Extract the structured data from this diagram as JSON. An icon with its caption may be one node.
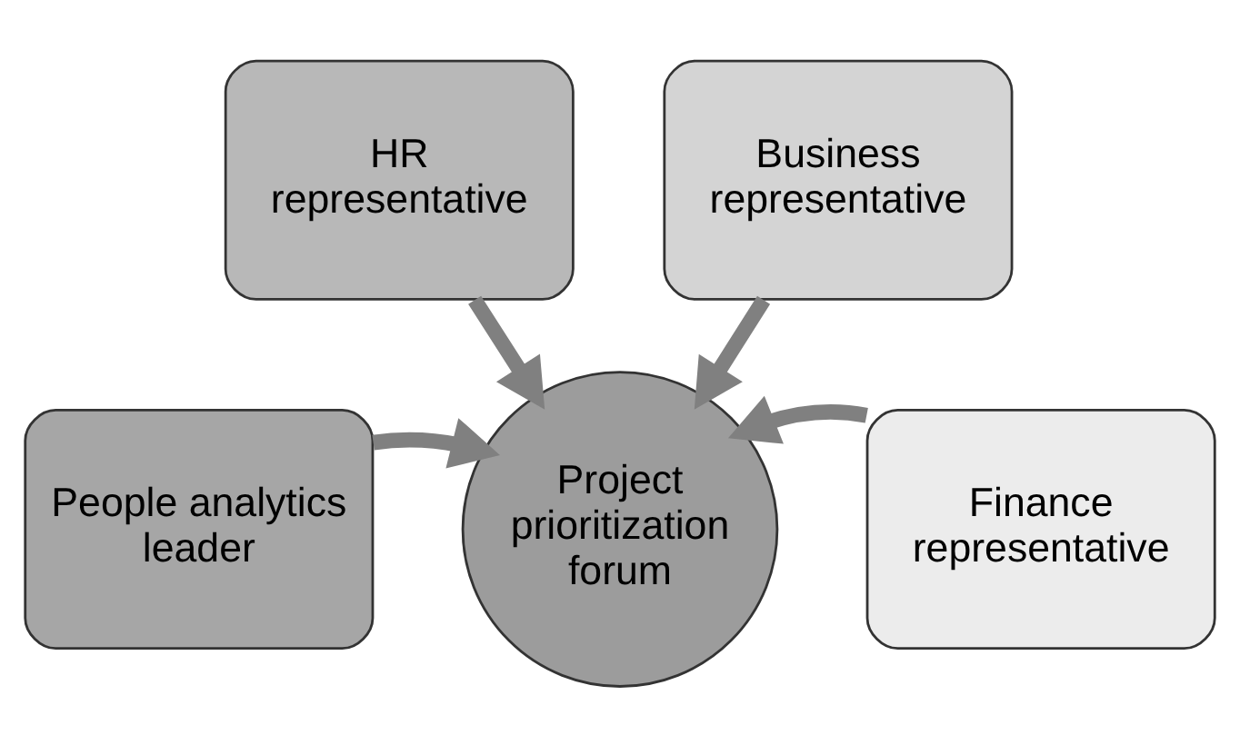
{
  "diagram": {
    "nodes": [
      {
        "text": [
          "People analytics leader"
        ]
      },
      {
        "text": [
          "HR representative"
        ]
      },
      {
        "text": [
          "Business representative"
        ]
      },
      {
        "text": [
          "Finance representative"
        ]
      },
      {
        "text": [
          "Project prioritization forum"
        ]
      }
    ],
    "edges": [
      {
        "from": 0,
        "to": 4,
        "arrow": "to"
      },
      {
        "from": 1,
        "to": 4,
        "arrow": "to"
      },
      {
        "from": 2,
        "to": 4,
        "arrow": "to"
      },
      {
        "from": 3,
        "to": 4,
        "arrow": "to"
      }
    ]
  }
}
